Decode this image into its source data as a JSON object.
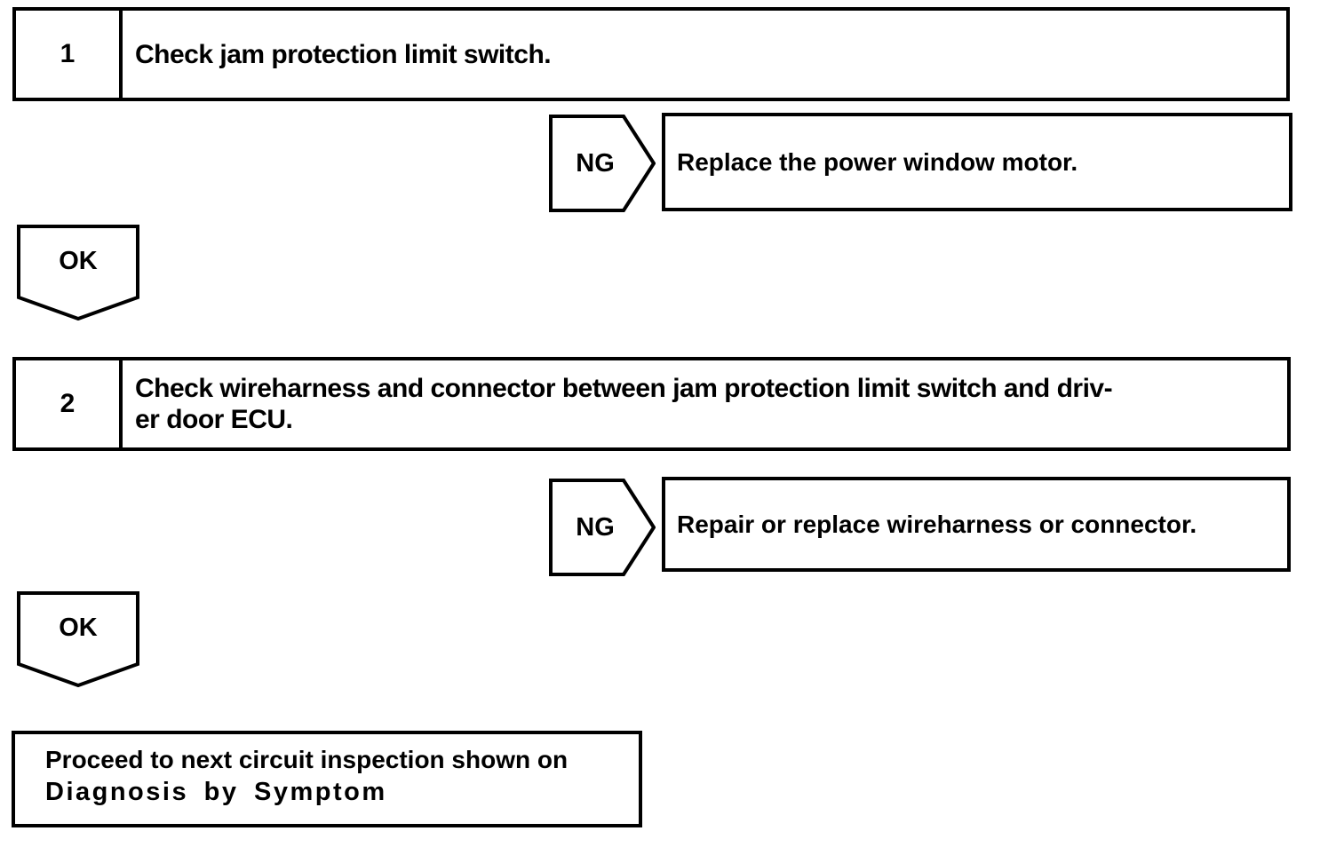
{
  "page": {
    "background": "#ffffff",
    "ink": "#000000"
  },
  "flowchart": {
    "steps": [
      {
        "number": "1",
        "instruction_lines": [
          "Check jam protection limit switch."
        ],
        "ng_label": "NG",
        "ng_result": "Replace the power window motor.",
        "ok_label": "OK"
      },
      {
        "number": "2",
        "instruction_lines": [
          "Check wireharness and connector between jam protection limit switch and driv-",
          "er door ECU."
        ],
        "ng_label": "NG",
        "ng_result": "Repair or replace wireharness or connector.",
        "ok_label": "OK"
      }
    ],
    "terminal": {
      "lines": [
        "Proceed to next circuit inspection shown on",
        "Diagnosis by Symptom"
      ]
    }
  }
}
